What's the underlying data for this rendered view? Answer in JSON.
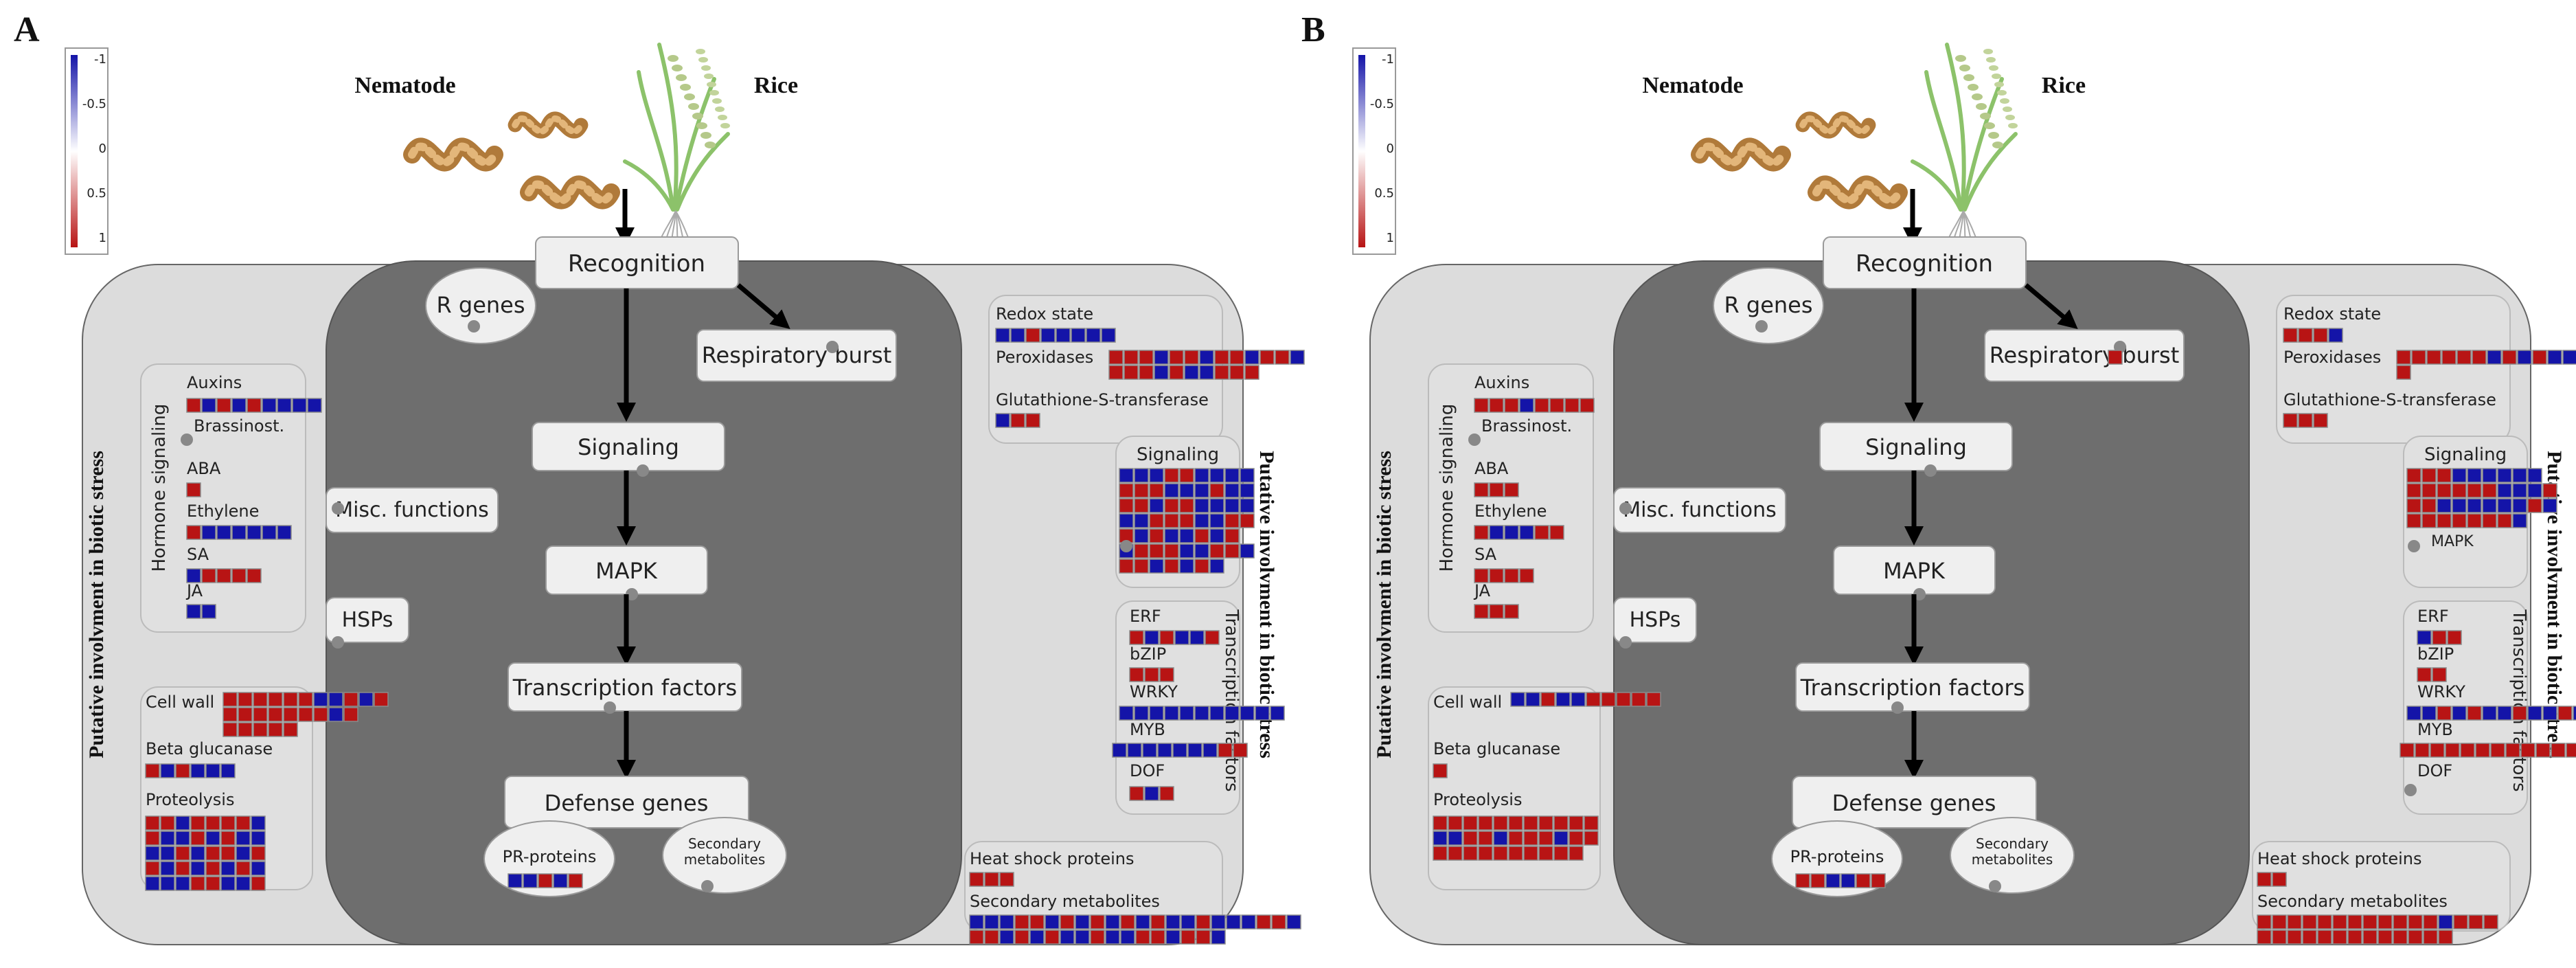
{
  "colors": {
    "neg": "#1414a8",
    "pos": "#b81414",
    "panel": "#dcdcdc",
    "core": "#6e6e6e",
    "box": "#efefef",
    "inner": "#e0e0e0"
  },
  "icons": {
    "organism": "nematode-icon",
    "plant": "rice-plant-icon"
  },
  "scale": {
    "ticks": [
      "-1",
      "-0.5",
      "0",
      "0.5",
      "1"
    ]
  },
  "panels": [
    {
      "letter": "A",
      "nematode": "Nematode",
      "rice": "Rice",
      "recognition": "Recognition",
      "r_genes": "R genes",
      "resp_burst": "Respiratory burst",
      "signaling": "Signaling",
      "mapk": "MAPK",
      "tf": "Transcription factors",
      "defense": "Defense genes",
      "pr": "PR-proteins",
      "secmet_core": "Secondary\nmetabolites",
      "misc": "Misc. functions",
      "hsps": "HSPs",
      "hormone_title": "Hormone signaling",
      "side_left": "Putative involvment in biotic stress",
      "side_right": "Putative involvment in biotic stress",
      "tf_title": "Transcription factors",
      "labels": {
        "auxins": "Auxins",
        "brass": "Brassinost.",
        "aba": "ABA",
        "eth": "Ethylene",
        "sa": "SA",
        "ja": "JA",
        "cellwall": "Cell wall",
        "betag": "Beta glucanase",
        "prot": "Proteolysis",
        "redox": "Redox state",
        "perox": "Peroxidases",
        "gst": "Glutathione-S-transferase",
        "sig_r": "Signaling",
        "mapk_r": "",
        "erf": "ERF",
        "bzip": "bZIP",
        "wrky": "WRKY",
        "myb": "MYB",
        "dof": "DOF",
        "hsp_r": "Heat shock proteins",
        "secmet_r": "Secondary metabolites"
      },
      "grids": {
        "auxins": [
          "rbrbrbbbb"
        ],
        "aba": [
          "r"
        ],
        "eth": [
          "rbbbbbb"
        ],
        "sa": [
          "brrrr"
        ],
        "ja": [
          "bb"
        ],
        "cellwall": [
          "rrrrrrbbrbr",
          "rrrrrrrbr",
          "rrrrr"
        ],
        "betag": [
          "rbrbbb"
        ],
        "prot": [
          "rrbrrrrb",
          "rbbrbrbb",
          "bbrbrrbr",
          "rbrbrbrb",
          "bbbrrbbr"
        ],
        "pr": [
          "bbrbr"
        ],
        "perox": [
          "rrrbrrbrrbrrb",
          "rrrbrbbrrr"
        ],
        "gst": [
          "brr"
        ],
        "sig": [
          "bbbrrbbbb",
          "rrrbbbrbb",
          "rrbrrbbbb",
          "bbrrrbbrr",
          "rbrbbrbr",
          "brrrbbrrb",
          "rrbrbrb"
        ],
        "erf": [
          "rbrbbr"
        ],
        "bzip": [
          "rrr"
        ],
        "wrky": [
          "bbbbbbbbbbb"
        ],
        "myb": [
          "bbbbbbbrr"
        ],
        "dof": [
          "rbr"
        ],
        "hsp": [
          "rrr"
        ],
        "secmet": [
          "bbbrrbrbrbrbrbbrbbbrrb",
          "rrbrbrbbrbbrrbrrb"
        ],
        "resp": []
      }
    },
    {
      "letter": "B",
      "nematode": "Nematode",
      "rice": "Rice",
      "recognition": "Recognition",
      "r_genes": "R genes",
      "resp_burst": "Respiratory burst",
      "signaling": "Signaling",
      "mapk": "MAPK",
      "tf": "Transcription factors",
      "defense": "Defense genes",
      "pr": "PR-proteins",
      "secmet_core": "Secondary\nmetabolites",
      "misc": "Misc. functions",
      "hsps": "HSPs",
      "hormone_title": "Hormone signaling",
      "side_left": "Putative involvment in biotic stress",
      "side_right": "Putative involvment in biotic stress",
      "tf_title": "Transcription factors",
      "labels": {
        "auxins": "Auxins",
        "brass": "Brassinost.",
        "aba": "ABA",
        "eth": "Ethylene",
        "sa": "SA",
        "ja": "JA",
        "cellwall": "Cell wall",
        "betag": "Beta glucanase",
        "prot": "Proteolysis",
        "redox": "Redox state",
        "perox": "Peroxidases",
        "gst": "Glutathione-S-transferase",
        "sig_r": "Signaling",
        "mapk_r": "MAPK",
        "erf": "ERF",
        "bzip": "bZIP",
        "wrky": "WRKY",
        "myb": "MYB",
        "dof": "DOF",
        "hsp_r": "Heat shock proteins",
        "secmet_r": "Secondary metabolites"
      },
      "grids": {
        "auxins": [
          "rrrbrrrr"
        ],
        "aba": [
          "rrr"
        ],
        "eth": [
          "rbbbrr"
        ],
        "sa": [
          "rrrr"
        ],
        "ja": [
          "rrr"
        ],
        "cellwall": [
          "bbrbbrrrrr"
        ],
        "betag": [
          "r"
        ],
        "prot": [
          "rrrrrrrrrrr",
          "bbrrbrrrbrr",
          "rrrrrrrrrr"
        ],
        "pr": [
          "rrbbrr"
        ],
        "perox": [
          "rrrrrrbrbrbb",
          "r"
        ],
        "gst": [
          "rrr"
        ],
        "sig": [
          "rrrbbbbbb",
          "rrrrrrbbbr",
          "rrbbbbbbrb",
          "rrrrrrrb"
        ],
        "erf": [
          "brr"
        ],
        "bzip": [
          "rr"
        ],
        "wrky": [
          "bbrbrbbrbbrb"
        ],
        "myb": [
          "rrrrrrrrrrrrr"
        ],
        "dof": [],
        "hsp": [
          "rr"
        ],
        "secmet": [
          "rrrrrrrrrrrrbrrr",
          "rrrrrrrrrrrrr"
        ],
        "resp": [
          "r"
        ]
      }
    }
  ]
}
